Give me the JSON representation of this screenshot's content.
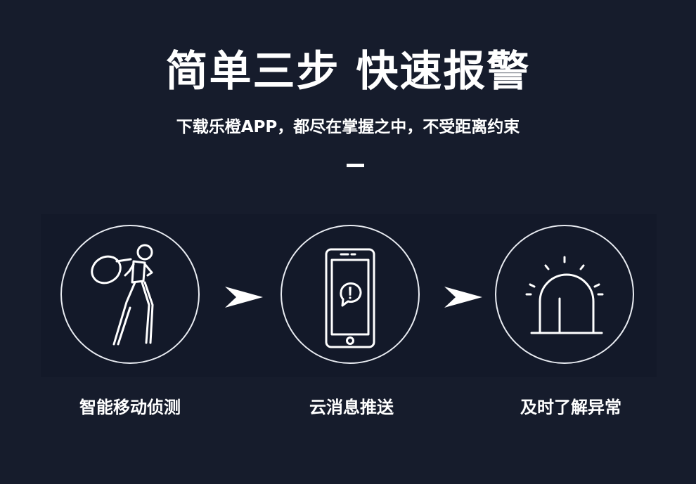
{
  "header": {
    "title": "简单三步  快速报警",
    "subtitle": "下载乐橙APP，都尽在掌握之中，不受距离约束"
  },
  "steps": [
    {
      "icon": "thief-icon",
      "label": "智能移动侦测"
    },
    {
      "icon": "smartphone-alert-icon",
      "label": "云消息推送"
    },
    {
      "icon": "alarm-light-icon",
      "label": "及时了解异常"
    }
  ],
  "colors": {
    "background": "#161c2c",
    "foreground": "#ffffff"
  }
}
